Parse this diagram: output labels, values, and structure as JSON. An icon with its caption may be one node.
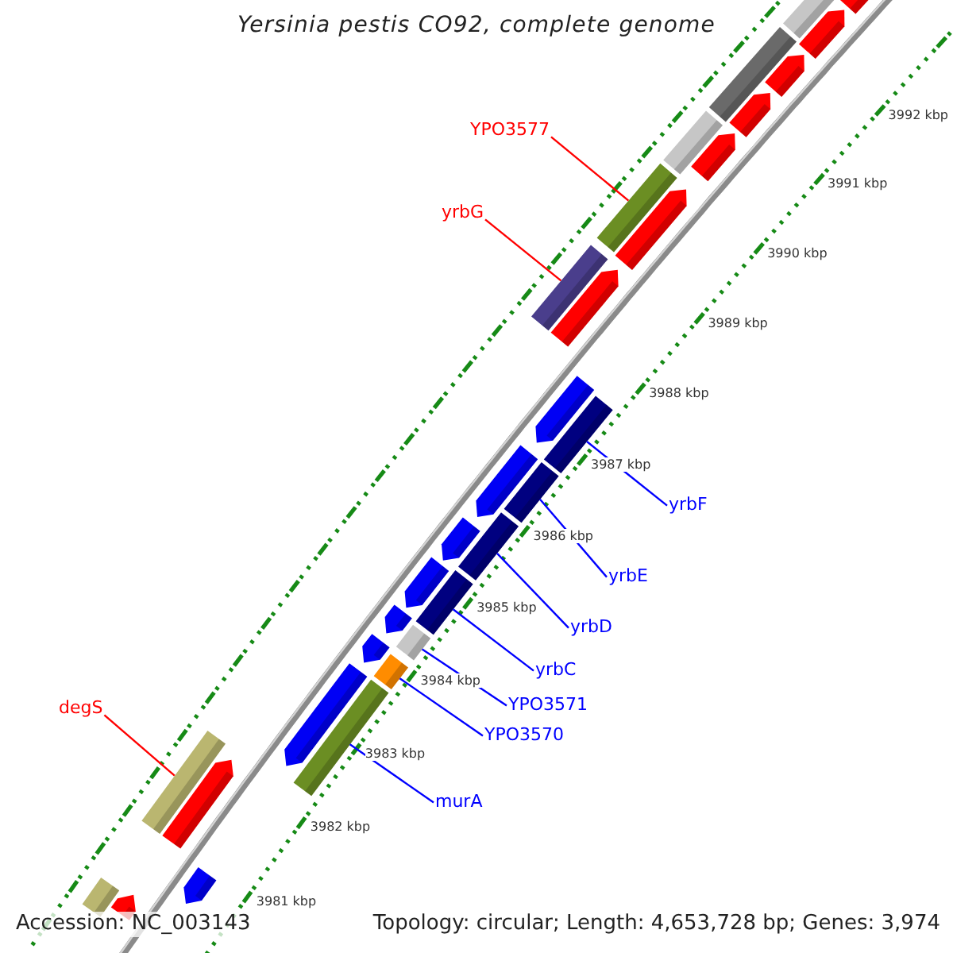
{
  "diagram": {
    "title": "Yersinia pestis CO92, complete genome",
    "nodes": [
      {
        "text": [
          "YPO3577"
        ]
      },
      {
        "text": [
          "yrbG"
        ]
      },
      {
        "text": [
          "yrbF"
        ]
      },
      {
        "text": [
          "yrbE"
        ]
      },
      {
        "text": [
          "yrbD"
        ]
      },
      {
        "text": [
          "yrbC"
        ]
      },
      {
        "text": [
          "YPO3571"
        ]
      },
      {
        "text": [
          "degS"
        ]
      },
      {
        "text": [
          "YPO3570"
        ]
      },
      {
        "text": [
          "murA"
        ]
      },
      {
        "text": [],
        "shape": "arrow"
      },
      {
        "text": [],
        "shape": "bar"
      },
      {
        "text": [],
        "shape": "arrow"
      },
      {
        "text": [],
        "shape": "bar"
      },
      {
        "text": [],
        "shape": "arrow"
      },
      {
        "text": [],
        "shape": "arrow"
      },
      {
        "text": [],
        "shape": "bar"
      },
      {
        "text": [],
        "shape": "arrow"
      },
      {
        "text": [],
        "shape": "bar"
      },
      {
        "text": [],
        "shape": "arrow"
      },
      {
        "text": [],
        "shape": "bar"
      },
      {
        "text": [],
        "shape": "arrow"
      },
      {
        "text": [],
        "shape": "arrow"
      },
      {
        "text": [],
        "shape": "bar"
      },
      {
        "text": [],
        "shape": "arrow"
      },
      {
        "text": [],
        "shape": "bar"
      },
      {
        "text": [],
        "shape": "bar"
      },
      {
        "text": [],
        "shape": "arrow"
      },
      {
        "text": [],
        "shape": "arrow"
      },
      {
        "text": [],
        "shape": "bar"
      },
      {
        "text": [],
        "shape": "arrow"
      },
      {
        "text": [],
        "shape": "bar"
      },
      {
        "text": [],
        "shape": "arrow"
      },
      {
        "text": [],
        "shape": "bar"
      },
      {
        "text": [],
        "shape": "arrow"
      },
      {
        "text": [],
        "shape": "bar"
      },
      {
        "text": [],
        "shape": "bar"
      },
      {
        "text": [],
        "shape": "arrow"
      },
      {
        "text": [],
        "shape": "arrow"
      },
      {
        "text": [],
        "shape": "bar"
      },
      {
        "text": [],
        "shape": "arrow"
      }
    ],
    "edges": [
      {
        "from": 0,
        "to": 18,
        "arrow": "none",
        "color": "#ff0000"
      },
      {
        "from": 1,
        "to": 20,
        "arrow": "none",
        "color": "#ff0000"
      },
      {
        "from": 2,
        "to": 23,
        "arrow": "none"
      },
      {
        "from": 3,
        "to": 25,
        "arrow": "none"
      },
      {
        "from": 4,
        "to": 26,
        "arrow": "none"
      },
      {
        "from": 5,
        "to": 29,
        "arrow": "none"
      },
      {
        "from": 6,
        "to": 31,
        "arrow": "none"
      },
      {
        "from": 7,
        "to": 36,
        "arrow": "none",
        "color": "#ff0000"
      },
      {
        "from": 8,
        "to": 33,
        "arrow": "none"
      },
      {
        "from": 9,
        "to": 35,
        "arrow": "none"
      }
    ],
    "labels": [
      "3992 kbp",
      "3991 kbp",
      "3990 kbp",
      "3989 kbp",
      "3988 kbp",
      "3987 kbp",
      "3986 kbp",
      "3985 kbp",
      "3984 kbp",
      "3983 kbp",
      "3982 kbp",
      "3981 kbp",
      "Accession: NC_003143",
      "Topology: circular; Length: 4,653,728 bp; Genes: 3,974"
    ]
  }
}
